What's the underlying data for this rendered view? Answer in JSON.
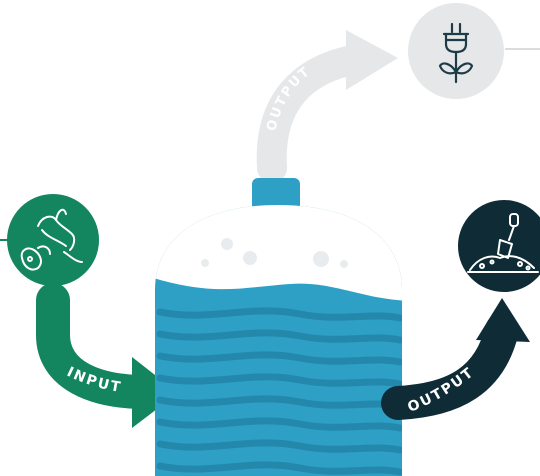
{
  "diagram": {
    "labels": {
      "input": "INPUT",
      "output_bottom": "OUTPUT",
      "output_top": "OUTPUT"
    },
    "icons": {
      "input": "food-scraps-icon",
      "output_energy": "plug-with-leaves-icon",
      "output_fertilizer": "shovel-in-soil-icon"
    },
    "colors": {
      "tank_blue": "#2ea0c6",
      "tank_dark_band": "#2488ad",
      "input_green": "#13855f",
      "output_dark": "#0f2b36",
      "energy_gray": "#e6e7e8",
      "bubble_white": "#e9ecee"
    }
  }
}
